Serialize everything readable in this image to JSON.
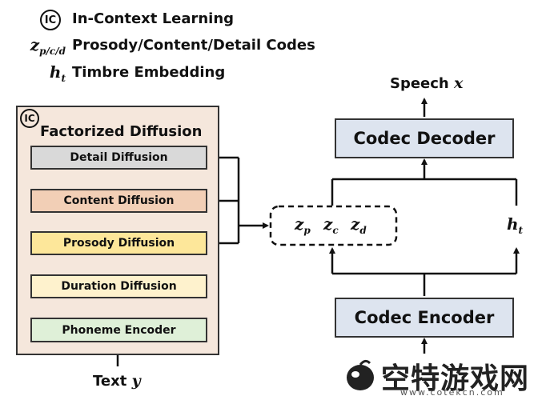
{
  "legend": [
    {
      "symbol": "IC",
      "text": "In-Context Learning"
    },
    {
      "symbol": "z_{p/c/d}",
      "text": "Prosody/Content/Detail Codes"
    },
    {
      "symbol": "h_t",
      "text": "Timbre Embedding"
    }
  ],
  "panel": {
    "badge": "IC",
    "title": "Factorized Diffusion",
    "stages": [
      {
        "label": "Detail Diffusion",
        "color": "#d9d9d9"
      },
      {
        "label": "Content Diffusion",
        "color": "#f2cfb6"
      },
      {
        "label": "Prosody Diffusion",
        "color": "#fde79a"
      },
      {
        "label": "Duration Diffusion",
        "color": "#fef2cd"
      },
      {
        "label": "Phoneme Encoder",
        "color": "#dff0d8"
      }
    ]
  },
  "input_label": {
    "text": "Text",
    "var": "y"
  },
  "codes": [
    {
      "main": "z",
      "sub": "p"
    },
    {
      "main": "z",
      "sub": "c"
    },
    {
      "main": "z",
      "sub": "d"
    }
  ],
  "timbre": {
    "main": "h",
    "sub": "t"
  },
  "codec_decoder": "Codec Decoder",
  "codec_encoder": "Codec Encoder",
  "output_label": {
    "text": "Speech",
    "var": "x"
  },
  "watermark": {
    "text": "空特游戏网",
    "url": "www.cotekcn.com"
  }
}
